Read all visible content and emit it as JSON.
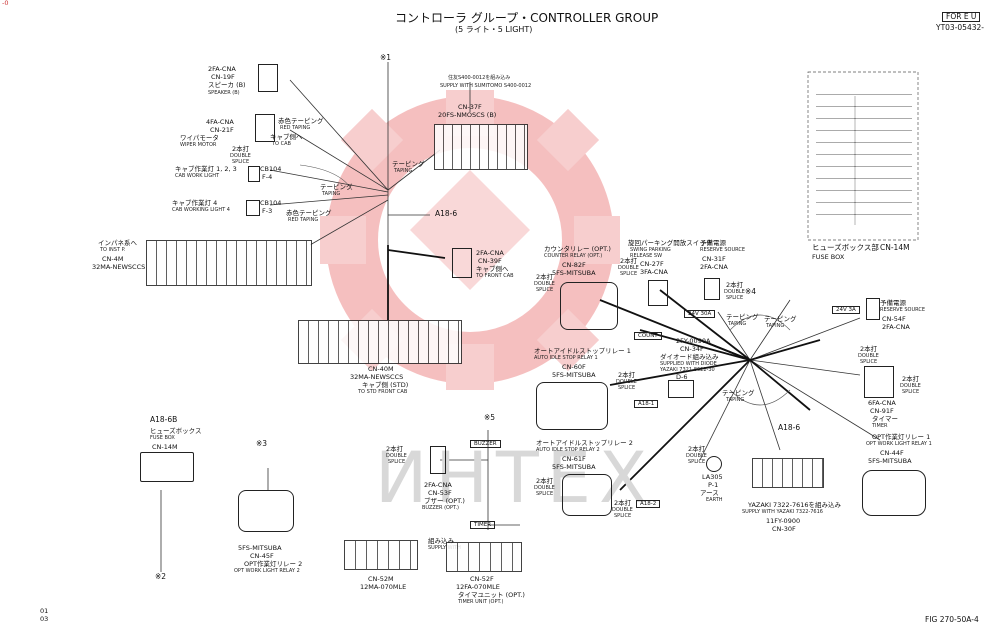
{
  "header": {
    "title": "コントローラ グループ・CONTROLLER GROUP",
    "subtitle": "(5 ライト・5 LIGHT)",
    "region": "FOR E U",
    "doc_code": "YT03-05432-",
    "fig": "FIG 270-50A-4",
    "page_a": "01",
    "page_b": "03",
    "corner": "-0"
  },
  "watermark": {
    "text": "ИНТЕХ",
    "color": "#f4b8b8"
  },
  "harness": {
    "main": "A18-6",
    "sub": "A18-6B",
    "right": "A18-6"
  },
  "markers": {
    "m1": "※1",
    "m2": "※2",
    "m3": "※3",
    "m4": "※4",
    "m5": "※5"
  },
  "taping": {
    "jp": "テーピング",
    "en": "TAPING"
  },
  "red_taping": {
    "jp": "赤色テーピング",
    "en": "RED TAPING"
  },
  "splice": {
    "jp": "2本打",
    "en1": "DOUBLE",
    "en2": "SPLICE"
  },
  "connectors": {
    "speaker": {
      "code": "2FA-CNA",
      "cn": "CN-19F",
      "jp": "スピーカ (B)",
      "en": "SPEAKER (B)"
    },
    "wiper": {
      "code": "4FA-CNA",
      "cn": "CN-21F",
      "jp": "ワイパモータ",
      "en": "WIPER MOTOR",
      "cab_jp": "キャブ側へ",
      "cab_en": "TO CAB"
    },
    "cab_work": {
      "jp": "キャブ作業灯 1, 2, 3",
      "en": "CAB WORK LIGHT",
      "code": "CB104",
      "pin": "F-4"
    },
    "cab_work4": {
      "jp": "キャブ作業灯 4",
      "en": "CAB WORKING LIGHT 4",
      "code": "CB104",
      "pin": "F-3"
    },
    "inpane": {
      "jp": "インパネ系へ",
      "en": "TO INST P.",
      "cn": "CN-4M",
      "code": "32MA-NEWSCCS"
    },
    "cn37f": {
      "jp": "住友S400-0012を組み込み",
      "en": "SUPPLY WITH SUMITOMO S400-0012",
      "cn": "CN-37F",
      "code": "20FS-NMOSCS (B)"
    },
    "cn39f": {
      "code": "2FA-CNA",
      "cn": "CN-39F",
      "jp": "キャブ側へ",
      "en": "TO FRONT CAB"
    },
    "cn40m": {
      "cn": "CN-40M",
      "code": "32MA-NEWSCCS",
      "jp": "キャブ側 (STD)",
      "en": "TO STD FRONT CAB"
    },
    "fusebox_cn14m": {
      "jp": "ヒューズボックス",
      "en": "FUSE BOX",
      "cn": "CN-14M"
    },
    "relay2": {
      "code": "5FS-MITSUBA",
      "cn": "CN-45F",
      "jp": "OPT作業灯リレー 2",
      "en": "OPT WORK LIGHT RELAY 2"
    },
    "cn53f": {
      "code": "2FA-CNA",
      "cn": "CN-53F",
      "jp": "ブザー (OPT.)",
      "en": "BUZZER (OPT.)",
      "buzzer": "BUZZER"
    },
    "cn52m": {
      "cn": "CN-52M",
      "code": "12MA-070MLE"
    },
    "cn52f": {
      "jp": "組み込み",
      "en": "SUPPLY WITH",
      "cn": "CN-52F",
      "code": "12FA-070MLE",
      "desc_jp": "タイマユニット (OPT.)",
      "desc_en": "TIMER UNIT (OPT.)",
      "timer": "TIMER"
    },
    "counter": {
      "jp": "カウンタリレー (OPT.)",
      "en": "COUNTER RELAY (OPT.)",
      "cn": "CN-82F",
      "code": "5FS-MITSUBA",
      "count": "COUNT"
    },
    "swing": {
      "jp": "旋回パーキング開放スイッチ",
      "en1": "SWING PARKING",
      "en2": "RELEASE SW",
      "cn": "CN-27F",
      "code": "3FA-CNA"
    },
    "reserve31": {
      "jp": "予備電源",
      "en": "RESERVE SOURCE",
      "cn": "CN-31F",
      "code": "2FA-CNA"
    },
    "autoidle1": {
      "jp": "オートアイドルストップリレー 1",
      "en": "AUTO IDLE STOP RELAY 1",
      "cn": "CN-60F",
      "code": "5FS-MITSUBA"
    },
    "diode": {
      "code": "2FY-0090A",
      "cn": "CN-34F",
      "jp": "ダイオード組み込み",
      "en": "SUPPLIED WITH DIODE",
      "sub": "YAZAKI 7321-8622-30",
      "pin": "D-6"
    },
    "autoidle2": {
      "jp": "オートアイドルストップリレー 2",
      "en": "AUTO IDLE STOP RELAY 2",
      "cn": "CN-61F",
      "code": "5FS-MITSUBA"
    },
    "earth": {
      "code": "LA305",
      "pin": "P-1",
      "jp": "アース",
      "en": "EARTH"
    },
    "cn30f": {
      "jp": "YAZAKI 7322-7616を組み込み",
      "en": "SUPPLY WITH YAZAKI 7322-7616",
      "code": "11FY-0900",
      "cn": "CN-30F"
    },
    "reserve54": {
      "jp": "予備電源",
      "en": "RESERVE SOURCE",
      "cn": "CN-54F",
      "code": "2FA-CNA",
      "tag": "24V 3A"
    },
    "timer91": {
      "code": "6FA-CNA",
      "cn": "CN-91F",
      "jp": "タイマー",
      "en": "TIMER"
    },
    "relay1": {
      "jp": "OPT作業灯リレー 1",
      "en": "OPT WORK LIGHT RELAY 1",
      "cn": "CN-44F",
      "code": "5FS-MITSUBA"
    },
    "fuse_cn14m": {
      "jp": "ヒューズボックス部",
      "cn": "CN-14M",
      "en": "FUSE BOX"
    }
  },
  "tags": {
    "a18": "A18-1",
    "a18b": "A18-2",
    "tag24": "24V 30A"
  }
}
